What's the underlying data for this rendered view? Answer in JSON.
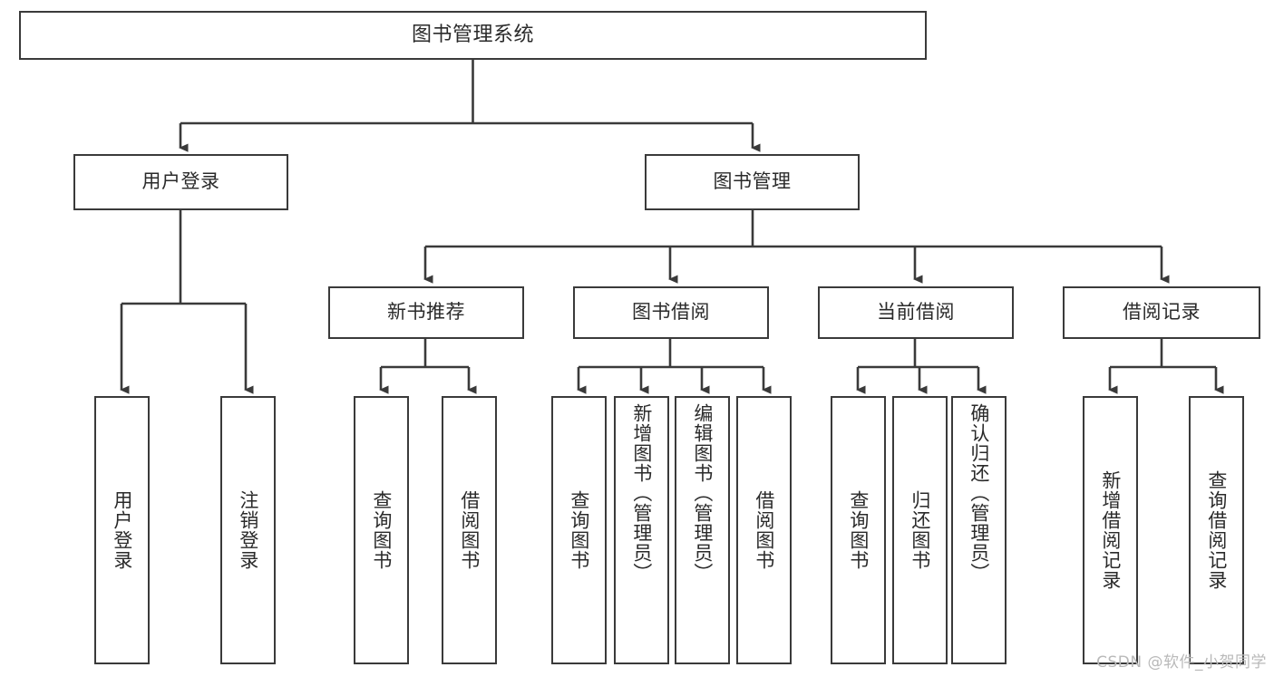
{
  "diagram": {
    "title": "图书管理系统",
    "type": "hierarchy-tree",
    "root": {
      "label": "图书管理系统"
    },
    "level2": [
      {
        "label": "用户登录"
      },
      {
        "label": "图书管理"
      }
    ],
    "level3": [
      {
        "label": "新书推荐"
      },
      {
        "label": "图书借阅"
      },
      {
        "label": "当前借阅"
      },
      {
        "label": "借阅记录"
      }
    ],
    "leaves": {
      "user_login": [
        {
          "label": "用户登录"
        },
        {
          "label": "注销登录"
        }
      ],
      "new_book_recommend": [
        {
          "label": "查询图书"
        },
        {
          "label": "借阅图书"
        }
      ],
      "book_borrow": [
        {
          "label": "查询图书"
        },
        {
          "label": "新增图书（管理员）"
        },
        {
          "label": "编辑图书（管理员）"
        },
        {
          "label": "借阅图书"
        }
      ],
      "current_borrow": [
        {
          "label": "查询图书"
        },
        {
          "label": "归还图书"
        },
        {
          "label": "确认归还（管理员）"
        }
      ],
      "borrow_records": [
        {
          "label": "新增借阅记录"
        },
        {
          "label": "查询借阅记录"
        }
      ]
    }
  },
  "watermark": {
    "text": "CSDN @软件_小贺同学"
  },
  "colors": {
    "border": "#3a3a3a",
    "text": "#2a2a2a",
    "background": "#ffffff",
    "watermark": "#b9b9b9"
  }
}
